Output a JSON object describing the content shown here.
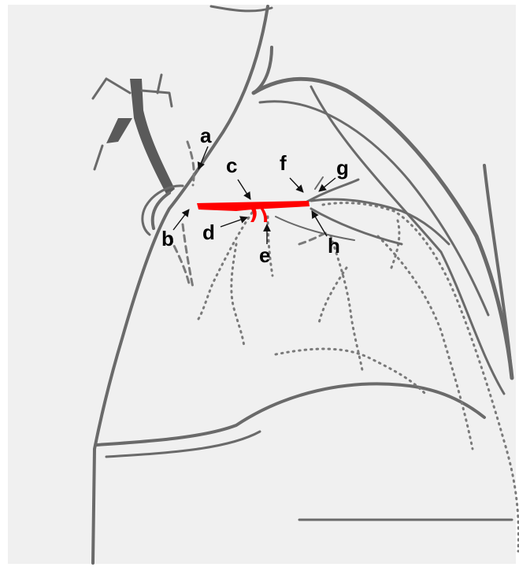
{
  "labels": {
    "a": "a",
    "b": "b",
    "c": "c",
    "d": "d",
    "e": "e",
    "f": "f",
    "g": "g",
    "h": "h"
  },
  "colors": {
    "background": "#f0f0f0",
    "vessel": "#6a6a6a",
    "highlight": "#ff0000",
    "label": "#000000"
  }
}
